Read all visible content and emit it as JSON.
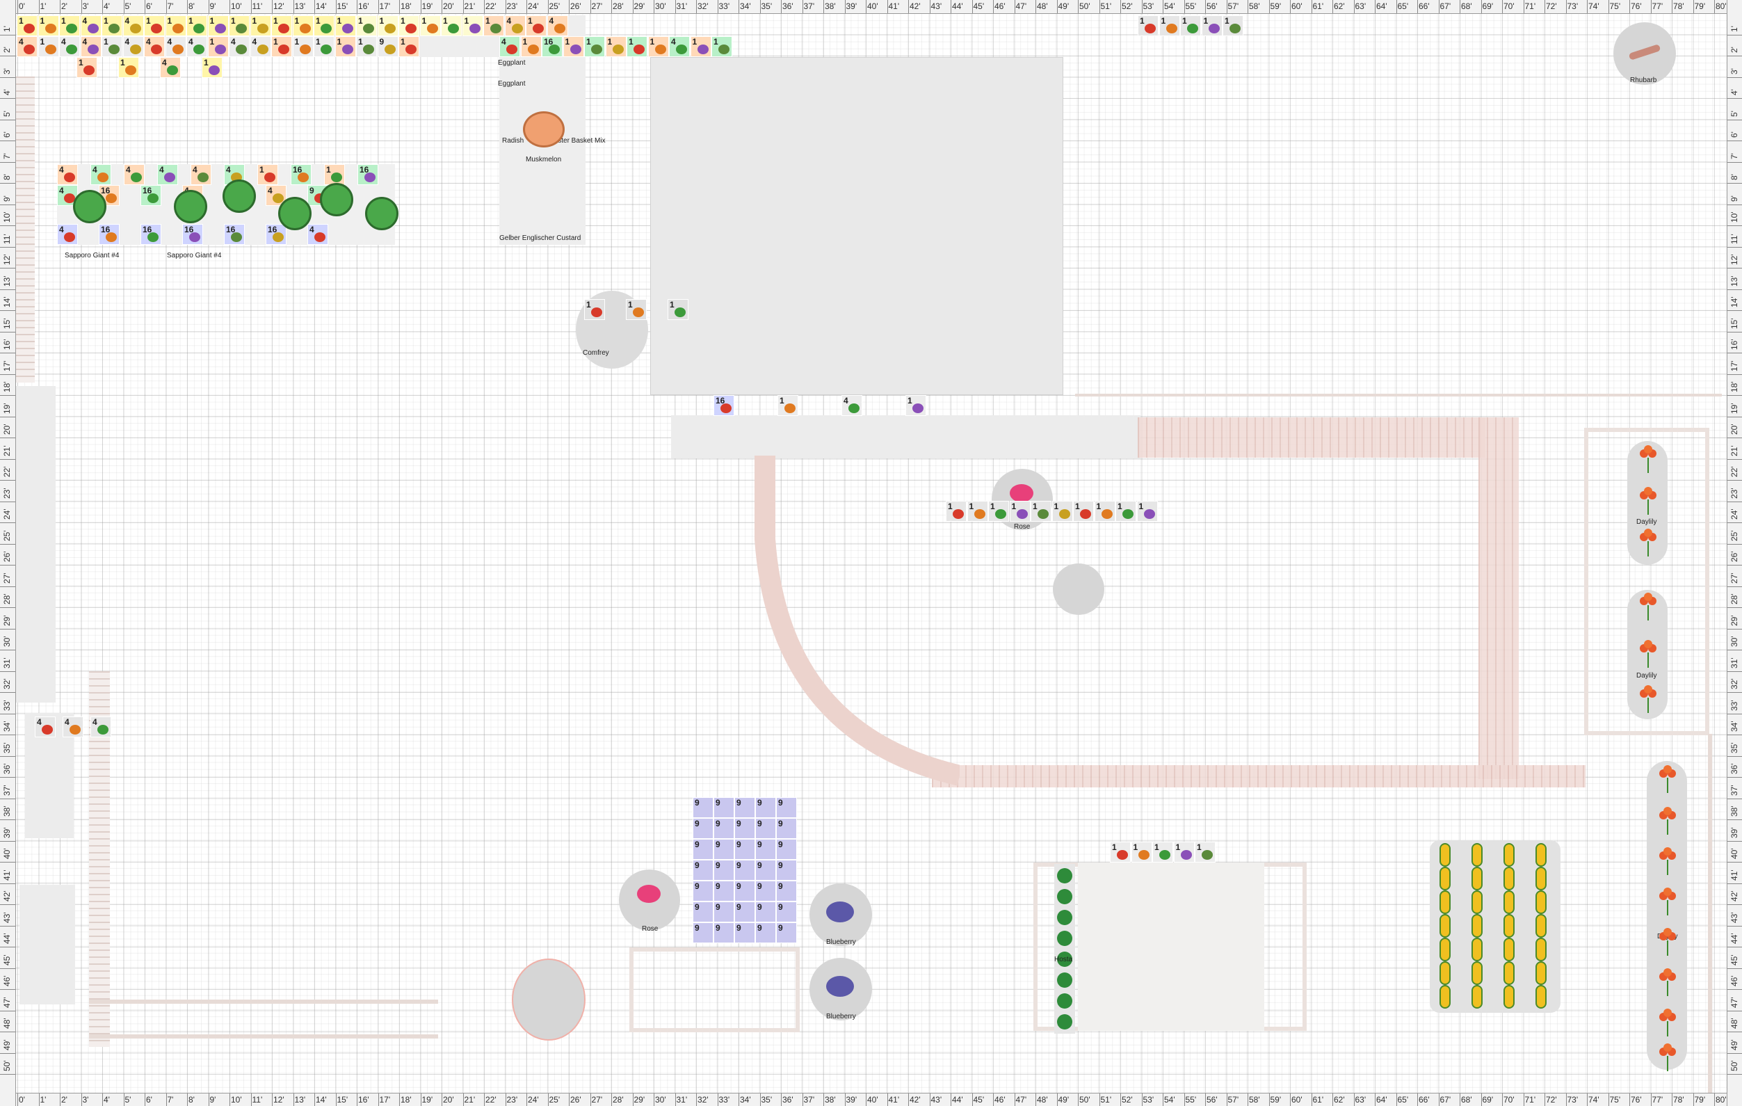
{
  "ruler": {
    "top": [
      "0'",
      "1'",
      "2'",
      "3'",
      "4'",
      "5'",
      "6'",
      "7'",
      "8'",
      "9'",
      "10'",
      "11'",
      "12'",
      "13'",
      "14'",
      "15'",
      "16'",
      "17'",
      "18'",
      "19'",
      "20'",
      "21'",
      "22'",
      "23'",
      "24'",
      "25'",
      "26'",
      "27'",
      "28'",
      "29'",
      "30'",
      "31'",
      "32'",
      "33'",
      "34'",
      "35'",
      "36'",
      "37'",
      "38'",
      "39'",
      "40'",
      "41'",
      "42'",
      "43'",
      "44'",
      "45'",
      "46'",
      "47'",
      "48'",
      "49'",
      "50'",
      "51'",
      "52'",
      "53'",
      "54'",
      "55'",
      "56'",
      "57'",
      "58'",
      "59'",
      "60'",
      "61'",
      "62'",
      "63'",
      "64'",
      "65'",
      "66'",
      "67'",
      "68'",
      "69'",
      "70'",
      "71'",
      "72'",
      "73'",
      "74'",
      "75'",
      "76'",
      "77'",
      "78'",
      "79'",
      "80'"
    ],
    "side": [
      "1'",
      "2'",
      "3'",
      "4'",
      "5'",
      "6'",
      "7'",
      "8'",
      "9'",
      "10'",
      "11'",
      "12'",
      "13'",
      "14'",
      "15'",
      "16'",
      "17'",
      "18'",
      "19'",
      "20'",
      "21'",
      "22'",
      "23'",
      "24'",
      "25'",
      "26'",
      "27'",
      "28'",
      "29'",
      "30'",
      "31'",
      "32'",
      "33'",
      "34'",
      "35'",
      "36'",
      "37'",
      "38'",
      "39'",
      "40'",
      "41'",
      "42'",
      "43'",
      "44'",
      "45'",
      "46'",
      "47'",
      "48'",
      "49'",
      "50'"
    ]
  },
  "labels": {
    "rhubarb": "Rhubarb",
    "eggplant1": "Eggplant",
    "eggplant2": "Eggplant",
    "radish": "Radish",
    "easter_basket": "Easter Basket Mix",
    "muskmelon": "Muskmelon",
    "gelber": "Gelber Englischer Custard",
    "sapporo1": "Sapporo Giant #4",
    "sapporo2": "Sapporo Giant #4",
    "comfrey": "Comfrey",
    "rose1": "Rose",
    "rose2": "Rose",
    "blueberry1": "Blueberry",
    "blueberry2": "Blueberry",
    "hosta": "Hosta",
    "daylily1": "Daylily",
    "daylily2": "Daylily",
    "daylily3": "Daylily"
  },
  "counts": {
    "top_row": [
      "1",
      "1",
      "1",
      "4",
      "1",
      "4",
      "1",
      "1",
      "1",
      "1",
      "1",
      "1",
      "1",
      "1",
      "1",
      "1",
      "1",
      "1",
      "1",
      "1",
      "1",
      "1",
      "1",
      "4",
      "1",
      "4"
    ],
    "row2": [
      "4",
      "1",
      "4",
      "4",
      "1",
      "4",
      "4",
      "4",
      "4",
      "1",
      "4",
      "4",
      "1",
      "1",
      "1",
      "1",
      "1",
      "9",
      "1"
    ],
    "row3": [
      "1",
      "1",
      "4",
      "1"
    ],
    "cabbage_row1": [
      "4",
      "4",
      "4",
      "4",
      "4",
      "4",
      "1",
      "16",
      "1",
      "16"
    ],
    "cabbage_row2": [
      "4",
      "16",
      "16",
      "4",
      "4",
      "4",
      "9"
    ],
    "cabbage_row3": [
      "4",
      "16",
      "16",
      "16",
      "16",
      "16",
      "4"
    ],
    "side_bed": [
      "4",
      "1",
      "16",
      "1",
      "1",
      "1",
      "1",
      "1",
      "4",
      "1",
      "1"
    ],
    "comfrey_bed": [
      "1",
      "1",
      "1"
    ],
    "below_building": [
      "16",
      "1",
      "4",
      "1"
    ],
    "top_mid": [
      "1",
      "1",
      "1",
      "1",
      "1"
    ],
    "center": [
      "1",
      "1",
      "1",
      "1",
      "1",
      "1",
      "1",
      "1",
      "1",
      "1"
    ],
    "left_lower": [
      "4",
      "4",
      "4"
    ],
    "lavender_grid": "9",
    "hosta_top": [
      "1",
      "1",
      "1",
      "1",
      "1"
    ]
  },
  "colors": {
    "grid_minor": "#eeeeee",
    "grid_major": "#cfcfcf",
    "building": "#e9e9e9",
    "brick": "#f0dad5",
    "lavender_cell": "#c9c7ef",
    "green_cell": "#b8f0c8",
    "orange_cell": "#ffd9b8",
    "yellow_cell": "#fff5a8",
    "blue_cell": "#cfd4ff"
  }
}
